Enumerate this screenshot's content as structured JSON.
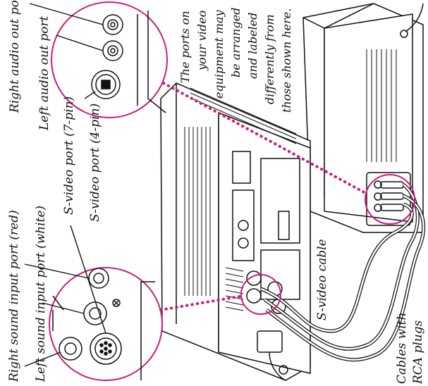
{
  "diagram": {
    "labels": {
      "right_audio_out": "Right audio out port",
      "left_audio_out": "Left audio out port",
      "svideo_7pin": "S-video port (7-pin)",
      "svideo_4pin": "S-video port (4-pin)",
      "right_sound_input": "Right sound input port (red)",
      "left_sound_input": "Left sound input port (white)",
      "svideo_cable": "S-video cable",
      "cables_rca_line1": "Cables with",
      "cables_rca_line2": "RCA plugs"
    },
    "note_lines": [
      "The ports on",
      "your video",
      "equipment may",
      "be arranged",
      "and labeled",
      "differently from",
      "those shown here."
    ],
    "colors": {
      "callout_circle": "#c81e7a",
      "dotted_leader": "#c81e7a",
      "linework": "#111111"
    }
  }
}
